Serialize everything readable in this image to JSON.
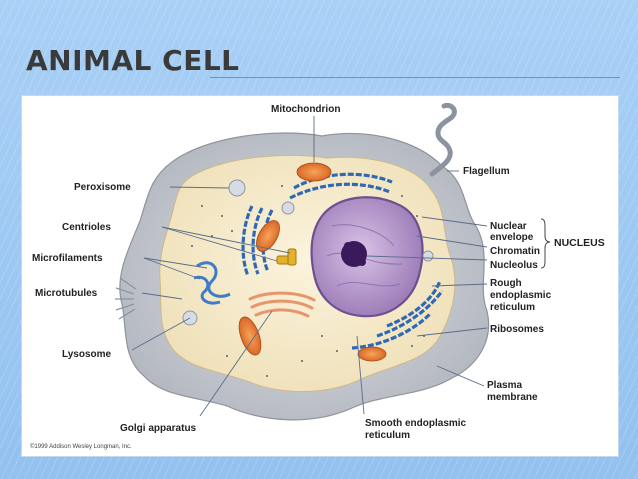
{
  "slide": {
    "title": "ANIMAL CELL"
  },
  "diagram": {
    "labels": {
      "mitochondrion": "Mitochondrion",
      "flagellum": "Flagellum",
      "peroxisome": "Peroxisome",
      "centrioles": "Centrioles",
      "microfilaments": "Microfilaments",
      "microtubules": "Microtubules",
      "lysosome": "Lysosome",
      "golgi_apparatus": "Golgi apparatus",
      "nuclear_envelope_line1": "Nuclear",
      "nuclear_envelope_line2": "envelope",
      "chromatin": "Chromatin",
      "nucleolus": "Nucleolus",
      "nucleus_group": "NUCLEUS",
      "rough_er_line1": "Rough",
      "rough_er_line2": "endoplasmic",
      "rough_er_line3": "reticulum",
      "ribosomes": "Ribosomes",
      "plasma_membrane_line1": "Plasma",
      "plasma_membrane_line2": "membrane",
      "smooth_er_line1": "Smooth endoplasmic",
      "smooth_er_line2": "reticulum"
    },
    "copyright": "©1999 Addison Wesley Longman, Inc.",
    "colors": {
      "cell_outer": "#c9ccd2",
      "cytoplasm": "#f6ecd0",
      "nucleus": "#b594c9",
      "er_blue": "#2f69b5",
      "mitochondria": "#e3782e",
      "golgi": "#e8956c"
    }
  }
}
